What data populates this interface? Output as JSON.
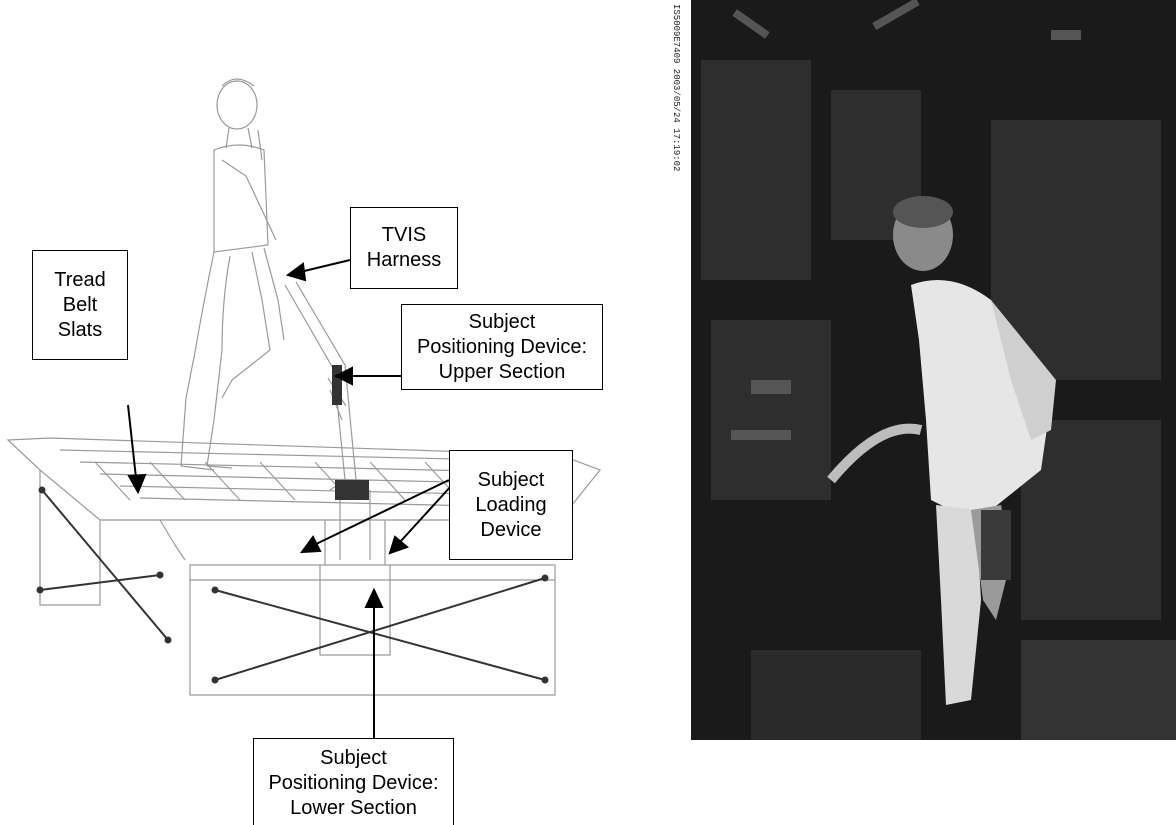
{
  "labels": {
    "tvis_harness": [
      "TVIS",
      "Harness"
    ],
    "tread_belt_slats": [
      "Tread",
      "Belt",
      "Slats"
    ],
    "spd_upper": [
      "Subject",
      "Positioning Device:",
      "Upper Section"
    ],
    "subject_loading_device": [
      "Subject",
      "Loading",
      "Device"
    ],
    "spd_lower": [
      "Subject",
      "Positioning Device:",
      "Lower Section"
    ]
  },
  "photo": {
    "stamp_text": "IS5009E7409 2003/05/24 17:19:02"
  },
  "colors": {
    "line": "#000000",
    "drawing_gray": "#9a9a9a",
    "photo_dark": "#1a1a1a"
  }
}
